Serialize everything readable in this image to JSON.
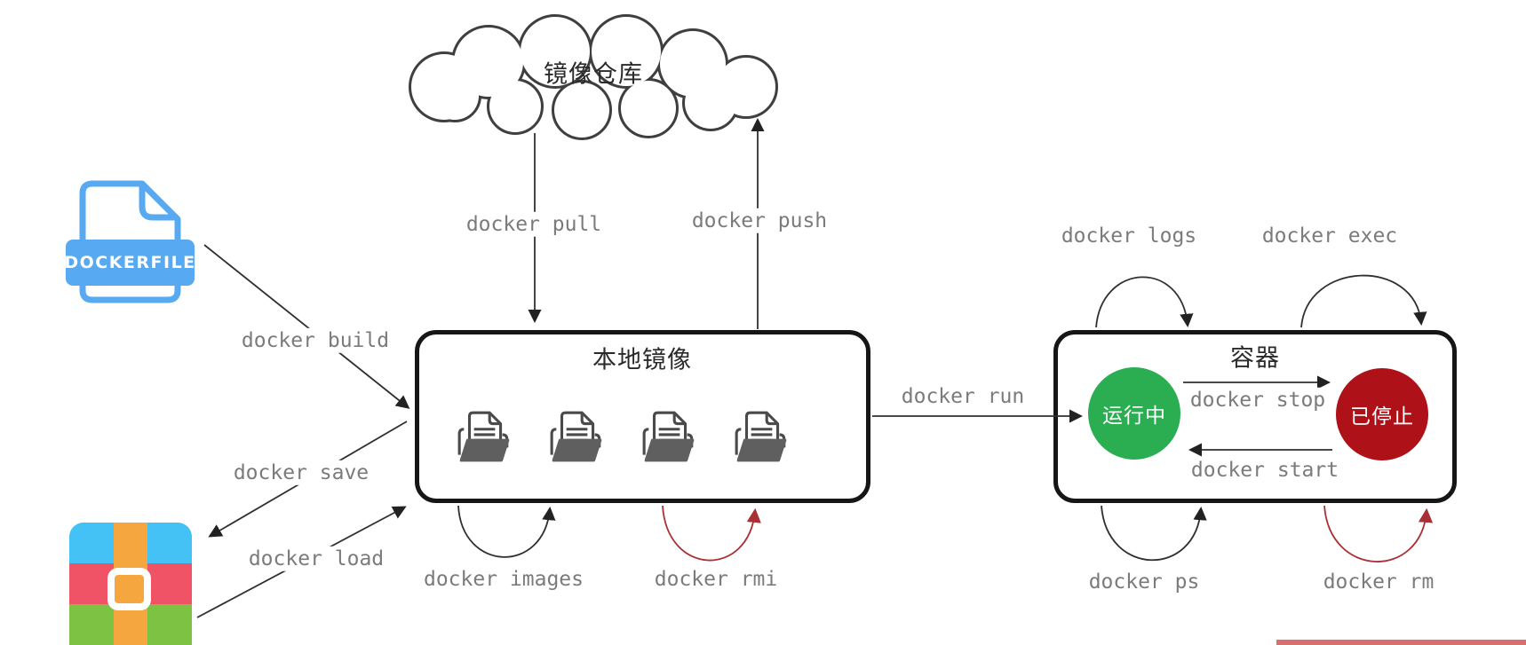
{
  "cloud": {
    "label": "镜像仓库"
  },
  "dockerfile_icon": {
    "banner_text": "DOCKERFILE"
  },
  "local_images_box": {
    "title": "本地镜像"
  },
  "container_box": {
    "title": "容器",
    "running_label": "运行中",
    "stopped_label": "已停止"
  },
  "commands": {
    "pull": "docker pull",
    "push": "docker push",
    "build": "docker build",
    "save": "docker save",
    "load": "docker load",
    "run": "docker run",
    "images": "docker images",
    "rmi": "docker rmi",
    "logs": "docker logs",
    "exec": "docker exec",
    "stop": "docker stop",
    "start": "docker start",
    "ps": "docker ps",
    "rm": "docker rm"
  },
  "colors": {
    "running_green": "#2BAD52",
    "stopped_red": "#AE1117",
    "red_arrow": "#A93034",
    "dockerfile_blue": "#57A9F1",
    "archive_blue": "#45C2F5",
    "archive_red": "#EF5365",
    "archive_green": "#7DC242",
    "archive_orange": "#F6A63F",
    "bottom_artifact_red": "#D96E6E"
  }
}
